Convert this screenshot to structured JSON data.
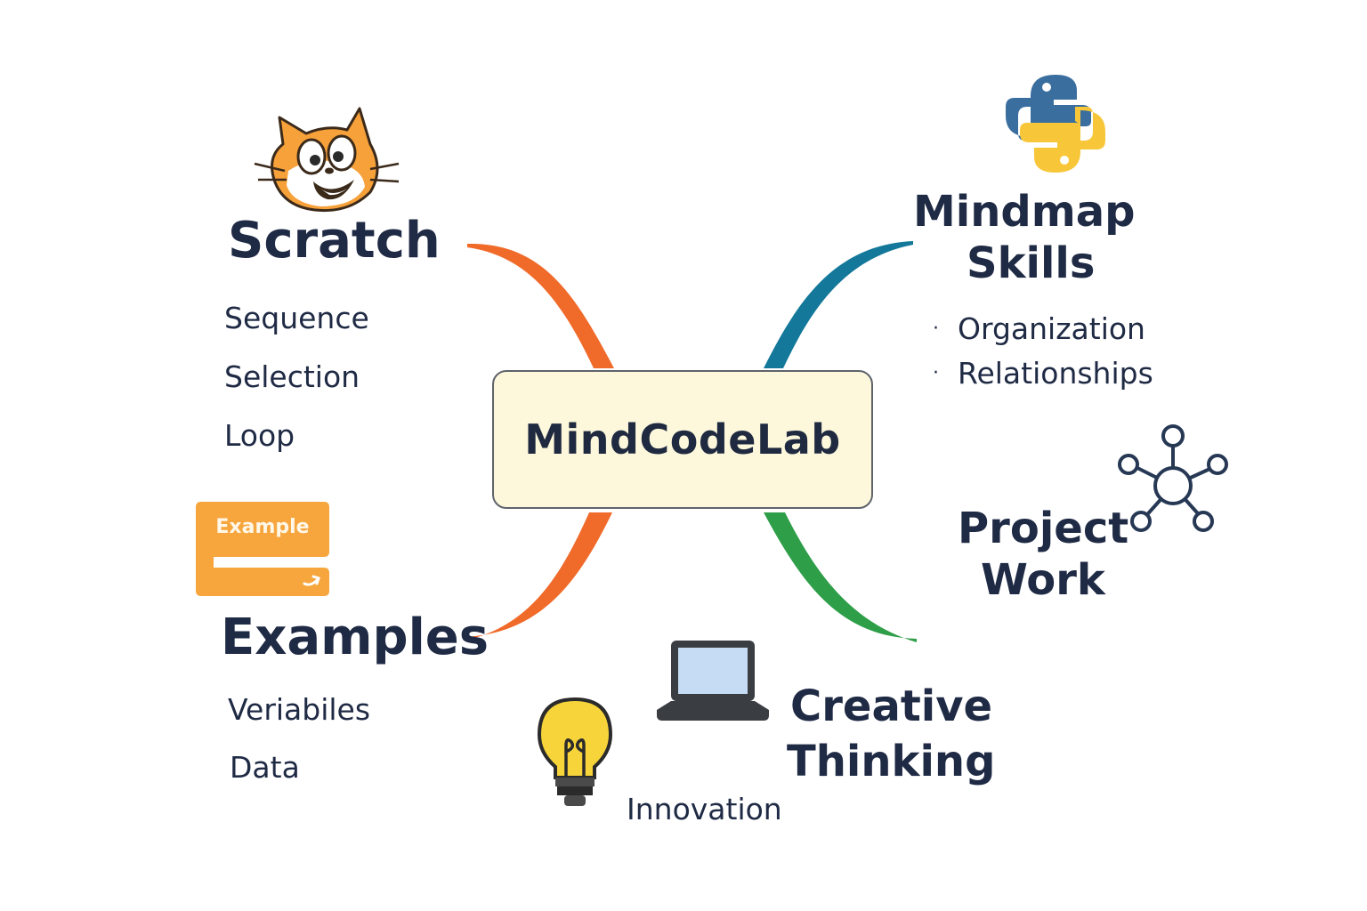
{
  "center": {
    "title": "MindCodeLab"
  },
  "branches": [
    {
      "id": "scratch",
      "heading": "Scratch",
      "items": [
        "Sequence",
        "Selection",
        "Loop"
      ],
      "color": "#f06a2a",
      "icon": "scratch-cat-icon"
    },
    {
      "id": "examples",
      "heading": "Examples",
      "block_label": "Example",
      "items": [
        "Veriabiles",
        "Data"
      ],
      "color": "#f06a2a",
      "icon": "code-block-icon"
    },
    {
      "id": "mindmap",
      "heading_lines": [
        "Mindmap",
        "Skills"
      ],
      "bullet": "·",
      "items": [
        "Organization",
        "Relationships"
      ],
      "color": "#13789a",
      "icon": "python-logo-icon"
    },
    {
      "id": "project",
      "heading_lines": [
        "Project",
        "Work"
      ],
      "color": "#2e9e49",
      "icon": "network-hub-icon"
    },
    {
      "id": "creative",
      "heading_lines": [
        "Creative",
        "Thinking"
      ],
      "items": [
        "Innovation"
      ],
      "icon": "laptop-icon",
      "icon2": "lightbulb-icon"
    }
  ],
  "colors": {
    "scratch_orange": "#f7a13a",
    "block_orange": "#f7a63e",
    "python_blue": "#3a6e9f",
    "python_yellow": "#f7c739",
    "bulb_yellow": "#f6d43a",
    "network_navy": "#263854",
    "laptop_screen": "#c6dcf5",
    "center_fill": "#fdf8dc"
  }
}
